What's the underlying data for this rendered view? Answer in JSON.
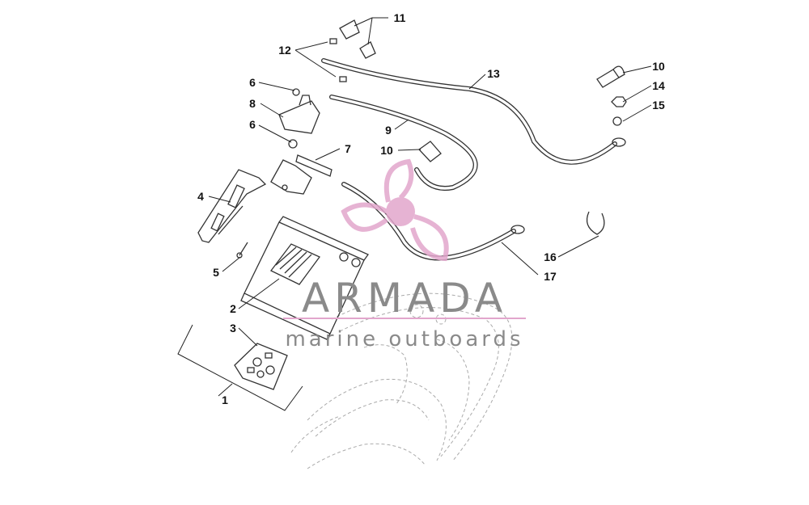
{
  "diagram": {
    "callouts": [
      "1",
      "2",
      "3",
      "4",
      "5",
      "6",
      "6",
      "7",
      "8",
      "9",
      "10",
      "10",
      "11",
      "12",
      "13",
      "14",
      "15",
      "16",
      "17"
    ]
  },
  "watermark": {
    "brand": "ARMADA",
    "tagline": "marine outboards",
    "brand_colors": {
      "logo": "#e2a6cc",
      "logo_dark": "#cf7fb3",
      "text": "#8a8a8a"
    }
  }
}
